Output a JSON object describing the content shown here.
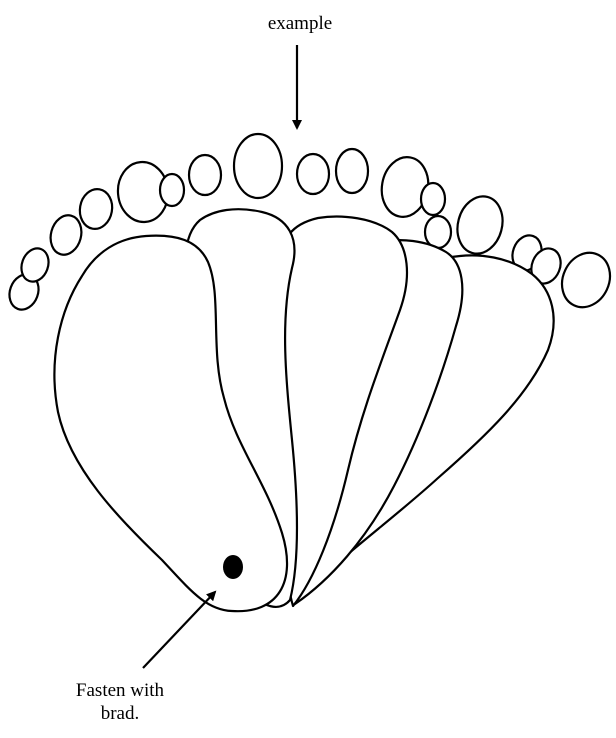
{
  "labels": {
    "top": "example",
    "bottom_line1": "Fasten with",
    "bottom_line2": "brad."
  },
  "colors": {
    "stroke": "#000000",
    "fill": "#ffffff",
    "brad": "#000000"
  }
}
